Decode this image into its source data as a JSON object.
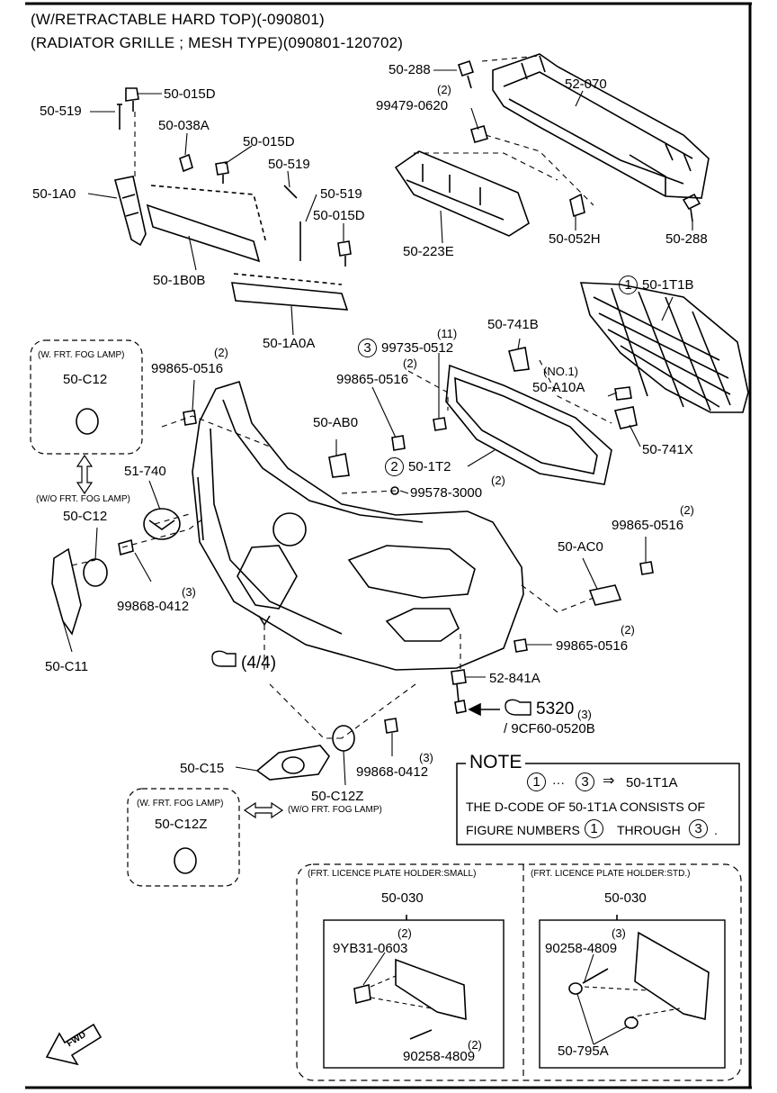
{
  "header": {
    "line1": "(W/RETRACTABLE HARD TOP)(-090801)",
    "line2": "(RADIATOR GRILLE ; MESH TYPE)(090801-120702)"
  },
  "labels": {
    "p50_288a": "50-288",
    "p52_070": "52-070",
    "p99479_qty": "(2)",
    "p99479": "99479-0620",
    "p50_519a": "50-519",
    "p50_015Da": "50-015D",
    "p50_038A": "50-038A",
    "p50_015Db": "50-015D",
    "p50_519b": "50-519",
    "p50_1A0": "50-1A0",
    "p50_519c": "50-519",
    "p50_015Dc": "50-015D",
    "p50_1B0B": "50-1B0B",
    "p50_223E": "50-223E",
    "p50_052H": "50-052H",
    "p50_288b": "50-288",
    "p50_1T1B": "50-1T1B",
    "p50_1T1B_num": "1",
    "p50_741B": "50-741B",
    "p50_1A0A": "50-1A0A",
    "p99735_qty": "(11)",
    "p99735": "99735-0512",
    "p99735_num": "3",
    "p99865a_qty": "(2)",
    "p99865a": "99865-0516",
    "p99865b_qty": "(2)",
    "p99865b": "99865-0516",
    "no1": "(NO.1)",
    "p50_A10A": "50-A10A",
    "p50_AB0": "50-AB0",
    "p50_741X": "50-741X",
    "p50_1T2": "50-1T2",
    "p50_1T2_num": "2",
    "p99578_qty": "(2)",
    "p99578": "99578-3000",
    "p51_740": "51-740",
    "p99865c_qty": "(2)",
    "p99865c": "99865-0516",
    "p50_AC0": "50-AC0",
    "p50_C12b": "50-C12",
    "p99868a_qty": "(3)",
    "p99868a": "99868-0412",
    "p50_C11": "50-C11",
    "p99865d_qty": "(2)",
    "p99865d": "99865-0516",
    "ref44": "(4/4)",
    "p52_841A": "52-841A",
    "ref5320": "5320",
    "ref5320_qty": "(3)",
    "p9CF60": "/ 9CF60-0520B",
    "p50_C15": "50-C15",
    "p99868b_qty": "(3)",
    "p99868b": "99868-0412",
    "p50_C12Z": "50-C12Z",
    "wo_fog_b": "(W/O FRT. FOG LAMP)",
    "fog_box_a_title": "(W. FRT. FOG LAMP)",
    "fog_box_a_part": "50-C12",
    "wo_fog_a": "(W/O FRT. FOG LAMP)",
    "p50_C12a": "50-C12",
    "fog_box_b_title": "(W. FRT. FOG LAMP)",
    "fog_box_b_part": "50-C12Z"
  },
  "note": {
    "title": "NOTE",
    "num_from": "1",
    "dots": "···",
    "num_to": "3",
    "arrow": "⇒",
    "result": "50-1T1A",
    "line2": "THE D-CODE OF 50-1T1A CONSISTS OF",
    "line3a": "FIGURE NUMBERS",
    "line3_from": "1",
    "line3b": "THROUGH",
    "line3_to": "3",
    "line3_end": "."
  },
  "licence_small": {
    "title": "(FRT. LICENCE PLATE HOLDER:SMALL)",
    "part": "50-030",
    "bolt_qty": "(2)",
    "bolt": "9YB31-0603",
    "screw_qty": "(2)",
    "screw": "90258-4809"
  },
  "licence_std": {
    "title": "(FRT. LICENCE PLATE HOLDER:STD.)",
    "part": "50-030",
    "screw_qty": "(3)",
    "screw": "90258-4809",
    "cap": "50-795A"
  },
  "fwd": "FWD"
}
